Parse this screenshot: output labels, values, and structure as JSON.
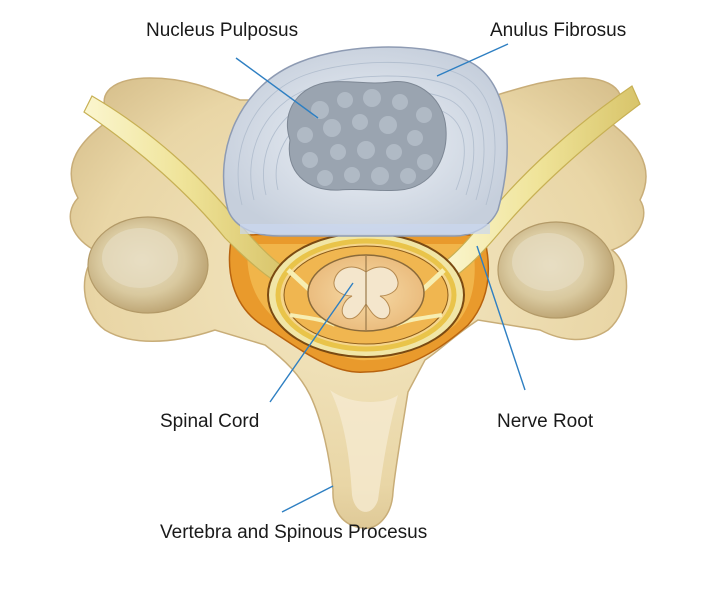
{
  "labels": {
    "nucleus_pulposus": "Nucleus Pulposus",
    "anulus_fibrosus": "Anulus Fibrosus",
    "spinal_cord": "Spinal Cord",
    "nerve_root": "Nerve Root",
    "vertebra": "Vertebra and Spinous Procesus"
  },
  "colors": {
    "bone": "#eedcae",
    "bone_shadow": "#cdb37f",
    "disc": "#d3dbe6",
    "nucleus": "#9aa4b0",
    "nerve": "#f4ecaa",
    "fat": "#e9a233",
    "cord": "#f3cf96",
    "leader_line": "#2e7fc2"
  }
}
